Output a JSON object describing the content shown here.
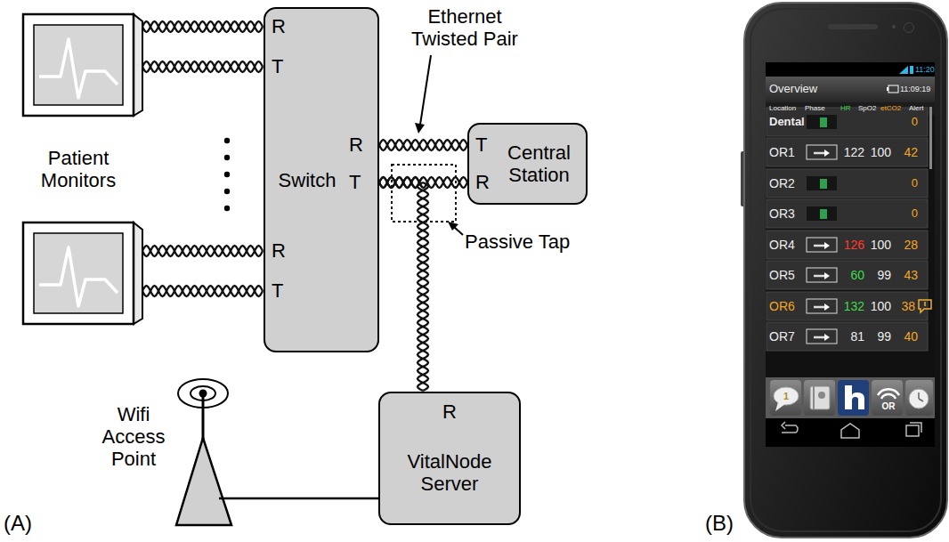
{
  "diagram": {
    "nodes": [
      {
        "text": [
          "Switch"
        ]
      },
      {
        "text": [
          "Central Station"
        ]
      },
      {
        "text": [
          "VitalNode Server"
        ]
      }
    ],
    "edges": [
      {
        "from": 0,
        "to": 1,
        "arrow": "none"
      },
      {
        "from": 1,
        "to": 0,
        "arrow": "none"
      },
      {
        "from": 0,
        "to": 2,
        "arrow": "none"
      }
    ],
    "labels": [
      "R",
      "T",
      "R",
      "T",
      "R",
      "T",
      "T",
      "R",
      "R",
      "Patient Monitors",
      "Ethernet Twisted Pair",
      "Passive Tap",
      "Wifi Access Point",
      "(A)",
      "(B)",
      "11:20",
      "Overview",
      "11:09:19",
      "Location",
      "Phase",
      "HR",
      "SpO2",
      "etCO2",
      "Alert",
      "Dental",
      "0",
      "OR1",
      "122",
      "100",
      "42",
      "OR2",
      "0",
      "OR3",
      "0",
      "OR4",
      "126",
      "100",
      "28",
      "OR5",
      "60",
      "99",
      "43",
      "OR6",
      "132",
      "100",
      "38",
      "OR7",
      "81",
      "99",
      "40",
      "1",
      "OR"
    ]
  }
}
